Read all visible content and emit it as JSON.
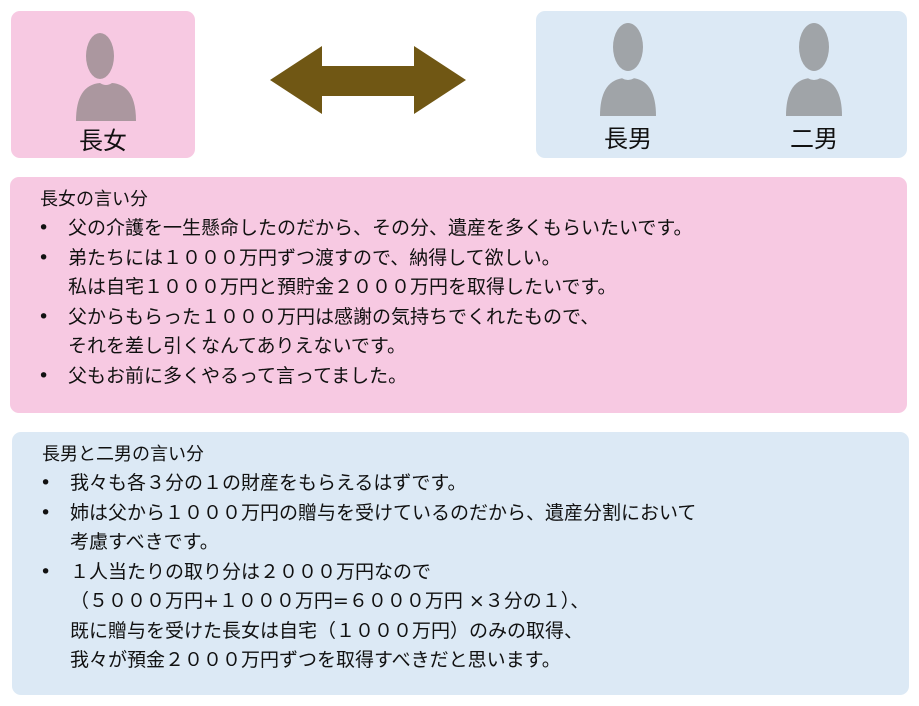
{
  "people": {
    "eldest_daughter": "長女",
    "eldest_son": "長男",
    "second_son": "二男"
  },
  "colors": {
    "pink": "#f7c9e2",
    "blue": "#dce9f5",
    "arrow": "#705714",
    "person_gray": "#a0a4a8",
    "person_pink": "#ab979f"
  },
  "daughter_panel": {
    "title": "長女の言い分",
    "items": [
      [
        "父の介護を一生懸命したのだから、その分、遺産を多くもらいたいです。"
      ],
      [
        "弟たちには１０００万円ずつ渡すので、納得して欲しい。",
        "私は自宅１０００万円と預貯金２０００万円を取得したいです。"
      ],
      [
        "父からもらった１０００万円は感謝の気持ちでくれたもので、",
        "それを差し引くなんてありえないです。"
      ],
      [
        "父もお前に多くやるって言ってました。"
      ]
    ]
  },
  "sons_panel": {
    "title": "長男と二男の言い分",
    "items": [
      [
        "我々も各３分の１の財産をもらえるはずです。"
      ],
      [
        "姉は父から１０００万円の贈与を受けているのだから、遺産分割において",
        "考慮すべきです。"
      ],
      [
        "１人当たりの取り分は２０００万円なので",
        "（５０００万円+１０００万円=６０００万円 ×３分の１）、",
        "既に贈与を受けた長女は自宅（１０００万円）のみの取得、",
        "我々が預金２０００万円ずつを取得すべきだと思います。"
      ]
    ]
  }
}
